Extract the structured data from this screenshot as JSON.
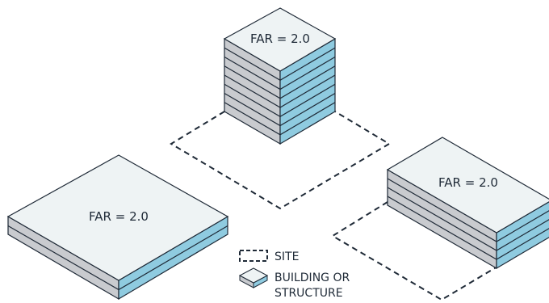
{
  "colors": {
    "outline": "#1f2a37",
    "roof": "#eef3f4",
    "left_face": "#c9cbcf",
    "right_face": "#8fcbe0"
  },
  "buildings": [
    {
      "id": "tower",
      "label": "FAR = 2.0",
      "floors": 8
    },
    {
      "id": "wide",
      "label": "FAR = 2.0",
      "floors": 2
    },
    {
      "id": "medium",
      "label": "FAR = 2.0",
      "floors": 4
    }
  ],
  "legend": {
    "site": "SITE",
    "building_line1": "BUILDING OR",
    "building_line2": "STRUCTURE"
  }
}
